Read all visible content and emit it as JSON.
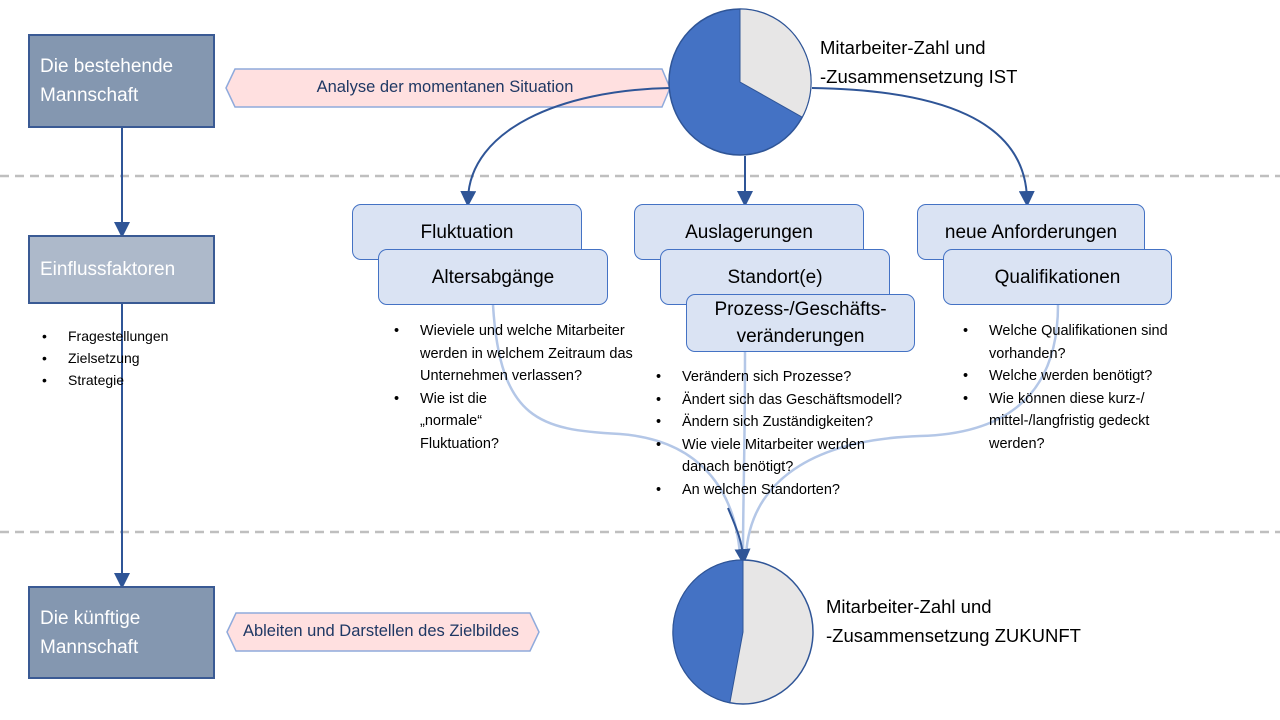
{
  "left_column": {
    "current_team": "Die bestehende Mannschaft",
    "factors": "Einflussfaktoren",
    "factor_bullets": [
      "Fragestellungen",
      "Zielsetzung",
      "Strategie"
    ],
    "future_team": "Die künftige Mannschaft"
  },
  "banners": {
    "analysis": "Analyse der momentanen Situation",
    "derive": "Ableiten und Darstellen des Zielbildes"
  },
  "pies": {
    "current": {
      "label_line1": "Mitarbeiter-Zahl und",
      "label_line2": "-Zusammensetzung IST",
      "blue_share": 0.67
    },
    "future": {
      "label_line1": "Mitarbeiter-Zahl und",
      "label_line2": "-Zusammensetzung ZUKUNFT",
      "blue_share": 0.47
    }
  },
  "groups": [
    {
      "nodes": [
        "Fluktuation",
        "Altersabgänge"
      ],
      "questions": [
        "Wieviele und welche Mitarbeiter werden in welchem Zeitraum das Unternehmen verlassen?",
        "Wie ist die „normale“ Fluktuation?"
      ]
    },
    {
      "nodes": [
        "Auslagerungen",
        "Standort(e)",
        "Prozess-/Geschäfts-veränderungen"
      ],
      "questions": [
        "Verändern sich Prozesse?",
        "Ändert sich das Geschäftsmodell?",
        "Ändern sich Zuständigkeiten?",
        "Wie viele Mitarbeiter werden danach benötigt?",
        "An welchen Standorten?"
      ]
    },
    {
      "nodes": [
        "neue Anforderungen",
        "Qualifikationen"
      ],
      "questions": [
        "Welche Qualifikationen sind vorhanden?",
        "Welche werden benötigt?",
        "Wie können diese kurz-/ mittel-/langfristig gedeckt werden?"
      ]
    }
  ],
  "colors": {
    "blue": "#4472c4",
    "gray": "#e7e6e6",
    "side_dark": "#8497b0",
    "side_light": "#adb9ca",
    "banner": "#ffe0e0",
    "node": "#dae3f3"
  }
}
